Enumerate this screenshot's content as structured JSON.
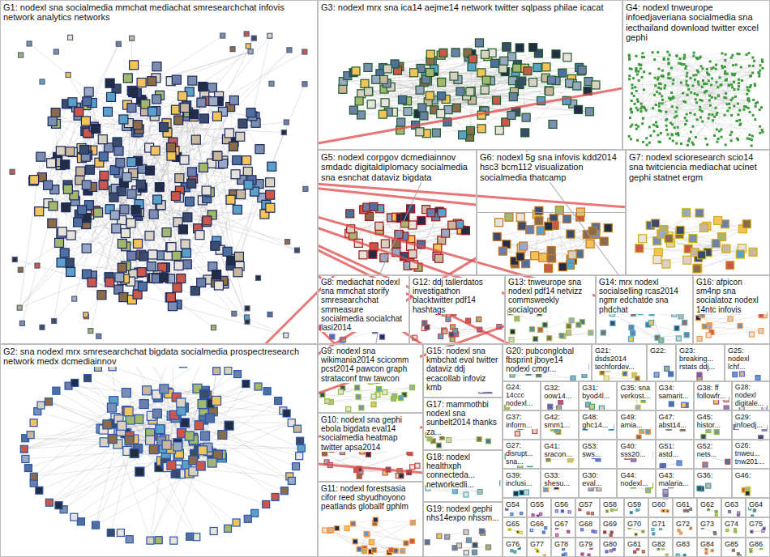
{
  "diagram": {
    "nodes": [
      {
        "text": [
          "G1: nodexl sna socialmedia mmchat mediachat smresearchchat infovis network analytics networks"
        ]
      },
      {
        "text": [
          "G3: nodexl mrx sna ica14 aejme14 network twitter sqlpass philae icacat"
        ]
      },
      {
        "text": [
          "G4: nodexl tnweurope infoedjaveriana socialmedia sna iecthailand download twitter excel gephi"
        ]
      },
      {
        "text": [
          "G5: nodexl corpgov dcmediainnov smdadc digitaldiplomacy socialmedia sna esnchat dataviz bigdata"
        ]
      },
      {
        "text": [
          "G6: nodexl 5g sna infovis kdd2014 hsc3 bcm112 visualization socialmedia thatcamp"
        ]
      },
      {
        "text": [
          "G7: nodexl scioresearch scio14 sna twitciencia mediachat ucinet gephi statnet ergm"
        ]
      },
      {
        "text": [
          "G8: mediachat nodexl sna mmchat storify smresearchchat smmeasure socialmedia socialchat lasi2014"
        ]
      },
      {
        "text": [
          "G12: ddj tallerdatos investigathon blacktwitter pdf14 hashtags"
        ]
      },
      {
        "text": [
          "G13: tnweurope sna nodexl pdf14 netvizz commsweekly socialgood"
        ]
      },
      {
        "text": [
          "G14: mrx nodexl socialselling rcas2014 ngmr edchatde sna phdchat"
        ]
      },
      {
        "text": [
          "G16: afpicon sm4np sna socialatoz nodexl 14ntc infovis"
        ]
      },
      {
        "text": [
          "G2: sna nodexl mrx smresearchchat bigdata socialmedia prospectresearch network medx dcmediainnov"
        ]
      },
      {
        "text": [
          "G9: nodexl sna wikimania2014 scicomm pcst2014 pawcon graph strataconf tnw tawcon"
        ]
      },
      {
        "text": [
          "G15: nodexl sna kmbchat eval twitter dataviz ddj ecacollab infoviz kmb"
        ]
      },
      {
        "text": [
          "G20: pubconglobal fbsprint jboye14 nodexl cmgr..."
        ]
      },
      {
        "text": [
          "G21: dsds2014 techfordev..."
        ]
      },
      {
        "text": [
          "G22:"
        ]
      },
      {
        "text": [
          "G23: breaking... rstats ddj..."
        ]
      },
      {
        "text": [
          "G25: nodexl lchf..."
        ]
      },
      {
        "text": [
          "G10: nodexl sna gephi ebola bigdata eval14 socialmedia heatmap twitter apsa2014"
        ]
      },
      {
        "text": [
          "G17: mammothbi nodexl sna sunbelt2014 thanks za..."
        ]
      },
      {
        "text": [
          "G18: nodexl healthxph connecteda... networkedli..."
        ]
      },
      {
        "text": [
          "G11: nodexl forestsasia cifor reed sbyudhoyono peatlands globallf gphlm"
        ]
      },
      {
        "text": [
          "G19: nodexl gephi nhs14expo nhssm..."
        ]
      },
      {
        "text": [
          "G24: 14ccc nodexl..."
        ]
      },
      {
        "text": [
          "G32: oow14..."
        ]
      },
      {
        "text": [
          "G31: byod4l..."
        ]
      },
      {
        "text": [
          "G35: sna verkost..."
        ]
      },
      {
        "text": [
          "G34: samarit..."
        ]
      },
      {
        "text": [
          "G38: ff followfr..."
        ]
      },
      {
        "text": [
          "G28: nodexl digitale..."
        ]
      },
      {
        "text": [
          "G37: inform..."
        ]
      },
      {
        "text": [
          "G42: smm1..."
        ]
      },
      {
        "text": [
          "G48: ghc14..."
        ]
      },
      {
        "text": [
          "G49: amia..."
        ]
      },
      {
        "text": [
          "G47: abst14..."
        ]
      },
      {
        "text": [
          "G45: histor..."
        ]
      },
      {
        "text": [
          "G29: infoedj..."
        ]
      },
      {
        "text": [
          "G27: disrupt... sna..."
        ]
      },
      {
        "text": [
          "G41: sracon..."
        ]
      },
      {
        "text": [
          "G53: sws..."
        ]
      },
      {
        "text": [
          "G40: sss20..."
        ]
      },
      {
        "text": [
          "G51: astd..."
        ]
      },
      {
        "text": [
          "G52: nets..."
        ]
      },
      {
        "text": [
          "G26: tnweu... tnw201..."
        ]
      },
      {
        "text": [
          "G39: inclusi..."
        ]
      },
      {
        "text": [
          "G33: shesu..."
        ]
      },
      {
        "text": [
          "G30: eval..."
        ]
      },
      {
        "text": [
          "G44: nodexl..."
        ]
      },
      {
        "text": [
          "G43: malaria..."
        ]
      },
      {
        "text": [
          "G36:"
        ]
      },
      {
        "text": [
          "G46:"
        ]
      },
      {
        "text": [
          "G54"
        ]
      },
      {
        "text": [
          "G55"
        ]
      },
      {
        "text": [
          "G56"
        ]
      },
      {
        "text": [
          "G57"
        ]
      },
      {
        "text": [
          "G58"
        ]
      },
      {
        "text": [
          "G59"
        ]
      },
      {
        "text": [
          "G60"
        ]
      },
      {
        "text": [
          "G61"
        ]
      },
      {
        "text": [
          "G62"
        ]
      },
      {
        "text": [
          "G63"
        ]
      },
      {
        "text": [
          "G64"
        ]
      },
      {
        "text": [
          "G65"
        ]
      },
      {
        "text": [
          "G66"
        ]
      },
      {
        "text": [
          "G67"
        ]
      },
      {
        "text": [
          "G68"
        ]
      },
      {
        "text": [
          "G69"
        ]
      },
      {
        "text": [
          "G70"
        ]
      },
      {
        "text": [
          "G71"
        ]
      },
      {
        "text": [
          "G72"
        ]
      },
      {
        "text": [
          "G73"
        ]
      },
      {
        "text": [
          "G74"
        ]
      },
      {
        "text": [
          "G75"
        ]
      },
      {
        "text": [
          "G76"
        ]
      },
      {
        "text": [
          "G77"
        ]
      },
      {
        "text": [
          "G78"
        ]
      },
      {
        "text": [
          "G79"
        ]
      },
      {
        "text": [
          "G80"
        ]
      },
      {
        "text": [
          "G81"
        ]
      },
      {
        "text": [
          "G82"
        ]
      },
      {
        "text": [
          "G83"
        ]
      },
      {
        "text": [
          "G84"
        ]
      },
      {
        "text": [
          "G85"
        ]
      },
      {
        "text": [
          "G86"
        ]
      }
    ],
    "edges": [
      {
        "from": 0,
        "to": 4,
        "arrow": "none"
      },
      {
        "from": 0,
        "to": 5,
        "arrow": "none"
      },
      {
        "from": 0,
        "to": 2,
        "arrow": "none"
      },
      {
        "from": 0,
        "to": 7,
        "arrow": "none"
      },
      {
        "from": 0,
        "to": 8,
        "arrow": "none"
      },
      {
        "from": 0,
        "to": 9,
        "arrow": "none"
      },
      {
        "from": 0,
        "to": 13,
        "arrow": "none"
      },
      {
        "from": 0,
        "to": 14,
        "arrow": "none"
      },
      {
        "from": 0,
        "to": 12,
        "arrow": "none"
      },
      {
        "from": 11,
        "to": 3,
        "arrow": "none"
      },
      {
        "from": 11,
        "to": 4,
        "arrow": "none"
      },
      {
        "from": 11,
        "to": 8,
        "arrow": "none"
      },
      {
        "from": 11,
        "to": 20,
        "arrow": "none"
      },
      {
        "from": 11,
        "to": 21,
        "arrow": "none"
      },
      {
        "from": 3,
        "to": 5,
        "arrow": "none"
      },
      {
        "from": 1,
        "to": 6,
        "arrow": "none"
      },
      {
        "from": 1,
        "to": 9,
        "arrow": "none"
      },
      {
        "from": 3,
        "to": 12,
        "arrow": "none"
      }
    ]
  }
}
